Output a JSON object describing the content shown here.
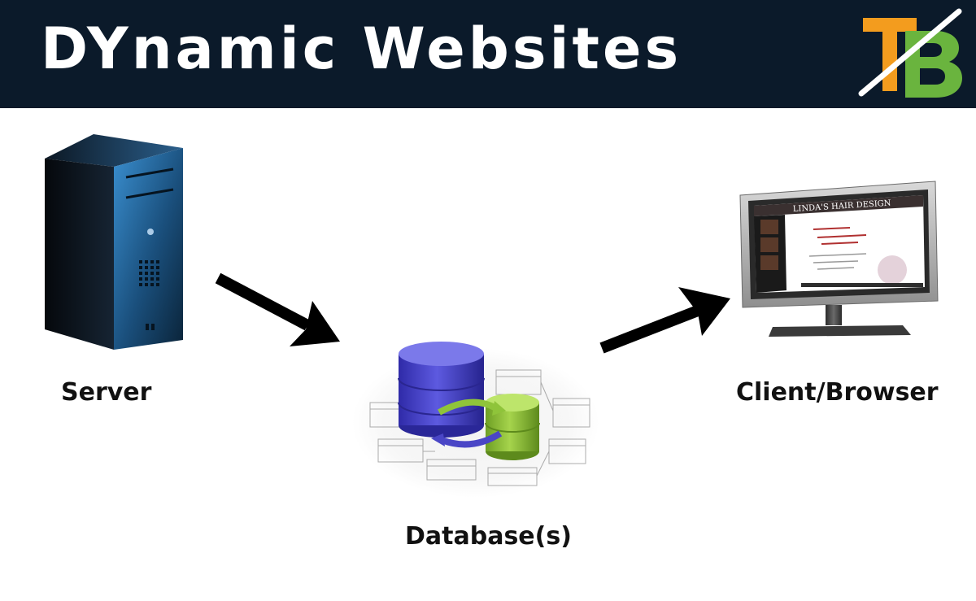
{
  "header": {
    "title": "DYnamic Websites",
    "logo_text": "TB",
    "background_color": "#0b1a2a"
  },
  "diagram": {
    "nodes": [
      {
        "id": "server",
        "label": "Server",
        "icon": "server-tower-icon"
      },
      {
        "id": "database",
        "label": "Database(s)",
        "icon": "database-icon"
      },
      {
        "id": "client",
        "label": "Client/Browser",
        "icon": "monitor-icon"
      }
    ],
    "edges": [
      {
        "from": "server",
        "to": "database"
      },
      {
        "from": "database",
        "to": "client"
      }
    ],
    "monitor_screen_title": "LINDA'S HAIR DESIGN"
  },
  "colors": {
    "logo_orange": "#f39c1e",
    "logo_green": "#6ab43e",
    "db_blue": "#4a46c6",
    "db_green": "#8fc43a",
    "arrow": "#000000"
  }
}
